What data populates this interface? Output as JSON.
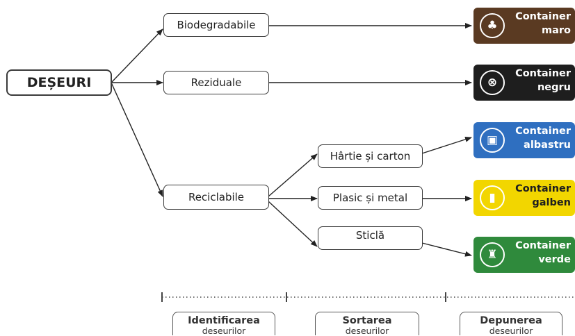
{
  "root": {
    "label": "DEȘEURI"
  },
  "categories": {
    "biodegradabile": "Biodegradabile",
    "reziduale": "Reziduale",
    "reciclabile": "Reciclabile"
  },
  "subcategories": {
    "hartie": "Hârtie și carton",
    "plastic": "Plasic și metal",
    "sticla": "Sticlă"
  },
  "containers": {
    "maro": {
      "line1": "Container",
      "line2": "maro",
      "color": "#5a3a22",
      "text_color": "#ffffff",
      "icon": "compost-icon"
    },
    "negru": {
      "line1": "Container",
      "line2": "negru",
      "color": "#1e1e1e",
      "text_color": "#ffffff",
      "icon": "residual-waste-icon"
    },
    "albastru": {
      "line1": "Container",
      "line2": "albastru",
      "color": "#2f6fc0",
      "text_color": "#ffffff",
      "icon": "paper-box-icon"
    },
    "galben": {
      "line1": "Container",
      "line2": "galben",
      "color": "#f2d600",
      "text_color": "#1e1e1e",
      "icon": "plastic-metal-icon"
    },
    "verde": {
      "line1": "Container",
      "line2": "verde",
      "color": "#2f8a3c",
      "text_color": "#ffffff",
      "icon": "glass-bottle-icon"
    }
  },
  "stages": [
    {
      "title": "Identificarea",
      "subtitle": "deseurilor"
    },
    {
      "title": "Sortarea",
      "subtitle": "deseurilor"
    },
    {
      "title": "Depunerea",
      "subtitle": "deseurilor"
    }
  ]
}
